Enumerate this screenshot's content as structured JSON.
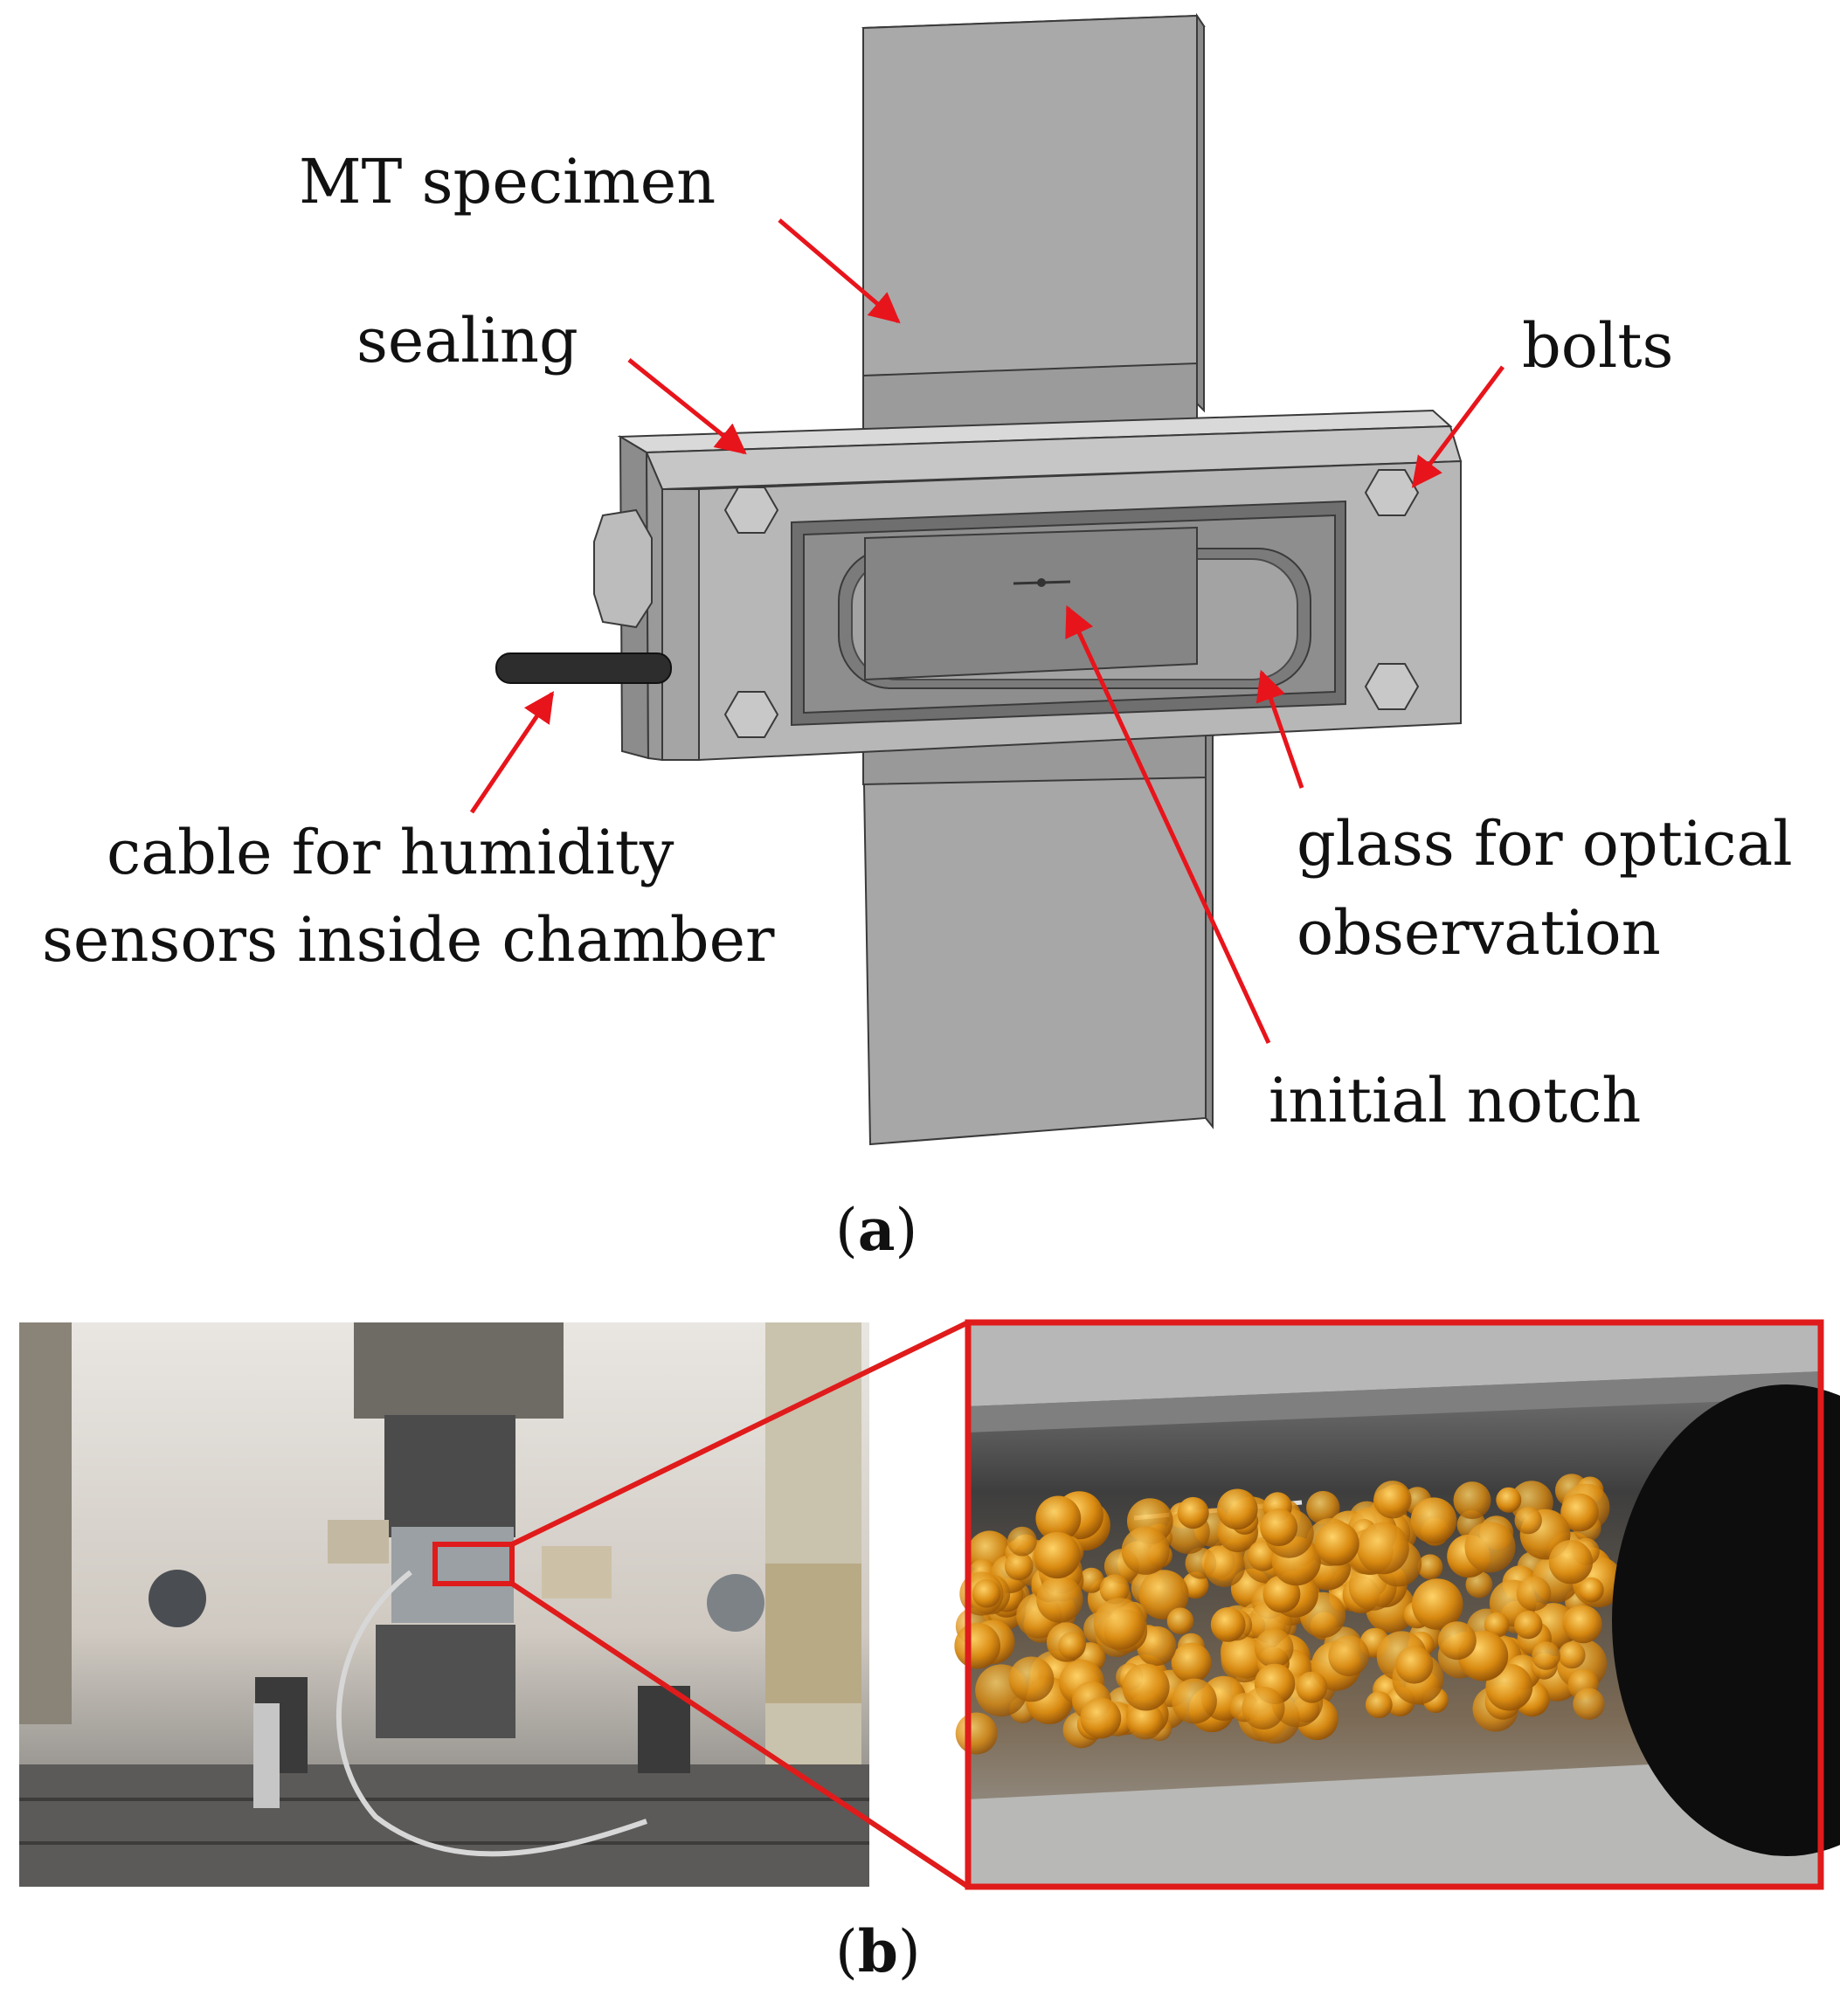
{
  "figure": {
    "panel_a": {
      "caption_letter": "a",
      "labels": {
        "mt_specimen": "MT specimen",
        "sealing": "sealing",
        "bolts": "bolts",
        "cable_line1": "cable for humidity",
        "cable_line2": "sensors inside chamber",
        "glass_line1": "glass for optical",
        "glass_line2": "observation",
        "initial_notch": "initial notch"
      }
    },
    "panel_b": {
      "caption_letter": "b"
    },
    "colors": {
      "arrow": "#e8141b",
      "steel_light": "#b9b9b9",
      "steel_mid": "#9c9c9c",
      "steel_dark": "#6e6e6e",
      "outline": "#3a3a3a",
      "beads": "#d88a12",
      "zoom_frame": "#e01b1b"
    }
  }
}
